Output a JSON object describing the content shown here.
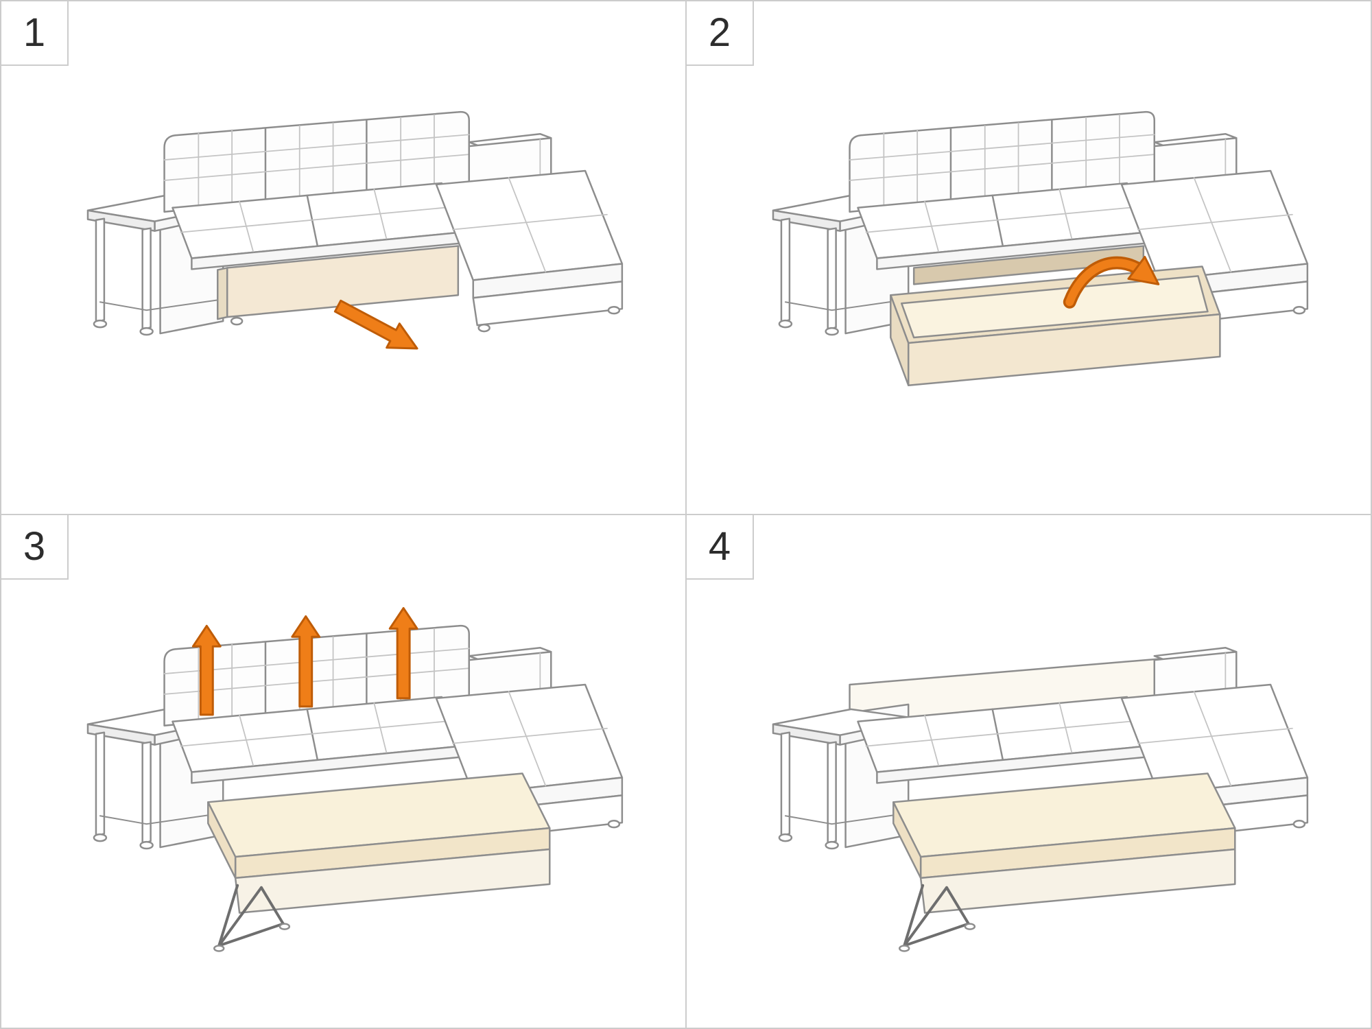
{
  "panels": [
    {
      "number": "1",
      "arrow_icon": "pull-out-down-right-arrow"
    },
    {
      "number": "2",
      "arrow_icon": "flip-over-curved-arrow"
    },
    {
      "number": "3",
      "arrow_icon": "lift-up-arrows"
    },
    {
      "number": "4",
      "arrow_icon": "none"
    }
  ],
  "colors": {
    "arrow_fill": "#ef7e18",
    "arrow_outline": "#bf5c07",
    "line": "#8d8d8d",
    "line_light": "#c4c4c4",
    "wood_cream": "#f4e8d4",
    "mattress_cream": "#f9f1da",
    "panel_bg": "#ffffff",
    "divider": "#cccccc",
    "number_color": "#2d2d2d"
  }
}
